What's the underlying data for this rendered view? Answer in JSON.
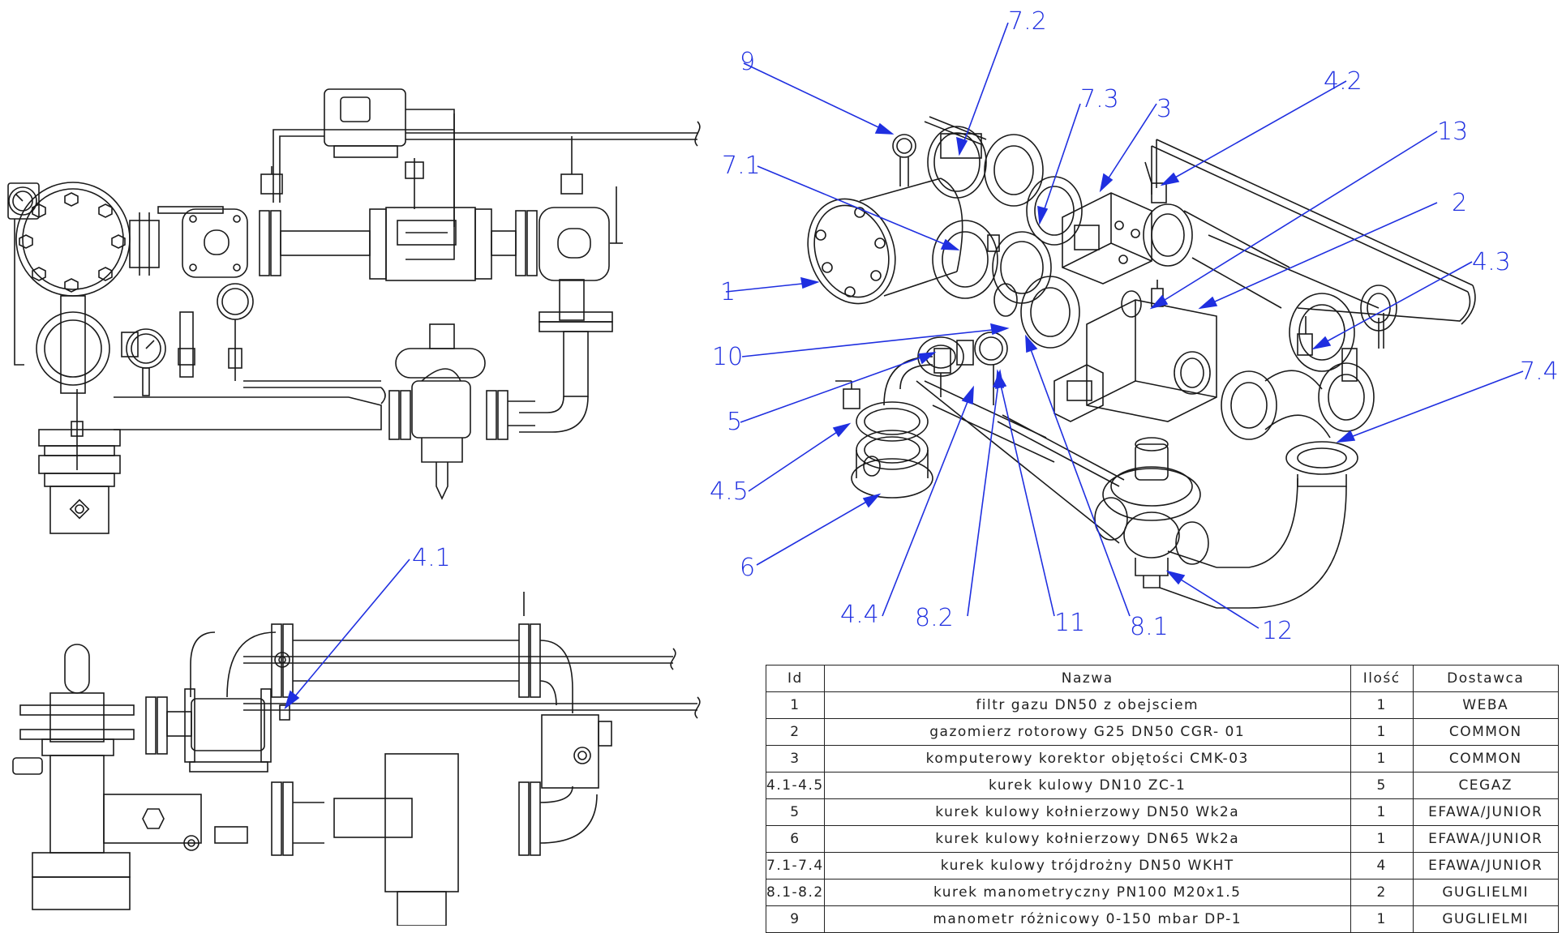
{
  "callouts": [
    {
      "id": "c72",
      "text": "7.2"
    },
    {
      "id": "c9",
      "text": "9"
    },
    {
      "id": "c73",
      "text": "7.3"
    },
    {
      "id": "c3",
      "text": "3"
    },
    {
      "id": "c42",
      "text": "4.2"
    },
    {
      "id": "c13",
      "text": "13"
    },
    {
      "id": "c71",
      "text": "7.1"
    },
    {
      "id": "c2",
      "text": "2"
    },
    {
      "id": "c43",
      "text": "4.3"
    },
    {
      "id": "c1",
      "text": "1"
    },
    {
      "id": "c74",
      "text": "7.4"
    },
    {
      "id": "c10",
      "text": "10"
    },
    {
      "id": "c5",
      "text": "5"
    },
    {
      "id": "c45",
      "text": "4.5"
    },
    {
      "id": "c6",
      "text": "6"
    },
    {
      "id": "c44",
      "text": "4.4"
    },
    {
      "id": "c82",
      "text": "8.2"
    },
    {
      "id": "c11",
      "text": "11"
    },
    {
      "id": "c81",
      "text": "8.1"
    },
    {
      "id": "c12",
      "text": "12"
    },
    {
      "id": "c41",
      "text": "4.1"
    }
  ],
  "bom": {
    "headers": [
      "Id",
      "Nazwa",
      "Ilość",
      "Dostawca"
    ],
    "rows": [
      {
        "id": "1",
        "name": "filtr gazu DN50 z obejsciem",
        "qty": "1",
        "supplier": "WEBA"
      },
      {
        "id": "2",
        "name": "gazomierz rotorowy G25  DN50 CGR- 01",
        "qty": "1",
        "supplier": "COMMON"
      },
      {
        "id": "3",
        "name": "komputerowy korektor objętości CMK-03",
        "qty": "1",
        "supplier": "COMMON"
      },
      {
        "id": "4.1-4.5",
        "name": "kurek kulowy DN10 ZC-1",
        "qty": "5",
        "supplier": "CEGAZ"
      },
      {
        "id": "5",
        "name": "kurek kulowy kołnierzowy DN50  Wk2a",
        "qty": "1",
        "supplier": "EFAWA/JUNIOR"
      },
      {
        "id": "6",
        "name": "kurek kulowy kołnierzowy DN65  Wk2a",
        "qty": "1",
        "supplier": "EFAWA/JUNIOR"
      },
      {
        "id": "7.1-7.4",
        "name": "kurek kulowy trójdrożny DN50 WKHT",
        "qty": "4",
        "supplier": "EFAWA/JUNIOR"
      },
      {
        "id": "8.1-8.2",
        "name": "kurek manometryczny PN100 M20x1.5",
        "qty": "2",
        "supplier": "GUGLIELMI"
      },
      {
        "id": "9",
        "name": "manometr  różnicowy 0-150 mbar DP-1",
        "qty": "1",
        "supplier": "GUGLIELMI"
      }
    ]
  },
  "colors": {
    "callout": "#1f2fe0",
    "line": "#1a1a1a"
  }
}
